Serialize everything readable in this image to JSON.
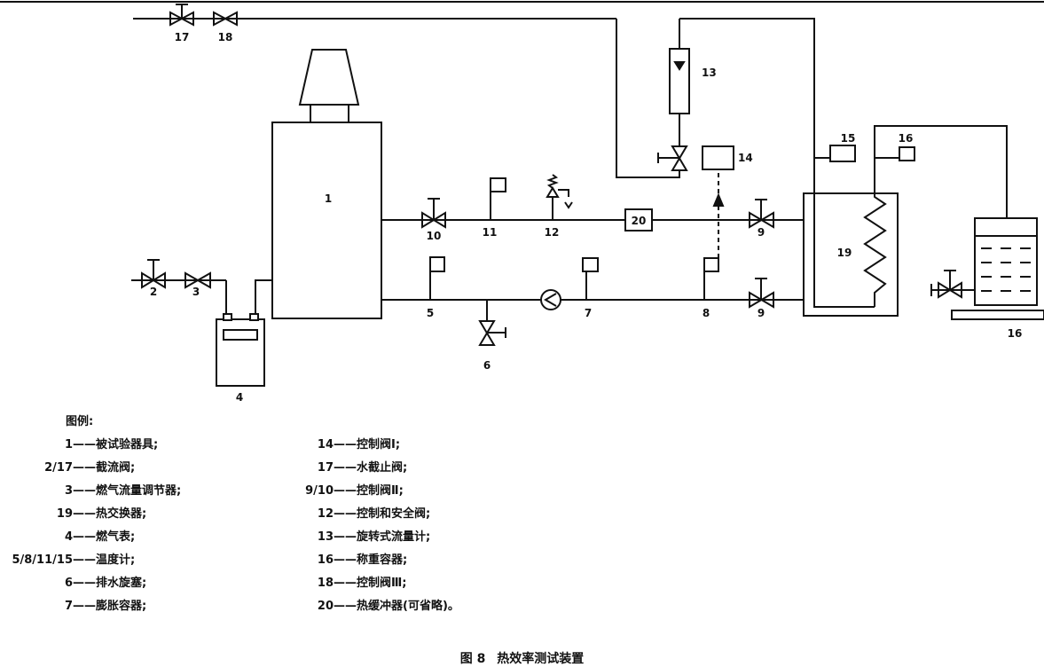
{
  "labels": {
    "n1": "1",
    "n2": "2",
    "n3": "3",
    "n4": "4",
    "n5": "5",
    "n6": "6",
    "n7": "7",
    "n8": "8",
    "n9a": "9",
    "n9b": "9",
    "n10": "10",
    "n11": "11",
    "n12": "12",
    "n13": "13",
    "n14": "14",
    "n15": "15",
    "n16a": "16",
    "n16b": "16",
    "n17": "17",
    "n18": "18",
    "n19": "19",
    "n20": "20"
  },
  "legend": {
    "title": "图例:",
    "left": [
      {
        "key": "1",
        "sep": "——",
        "text": "被试验器具;"
      },
      {
        "key": "2/17",
        "sep": "——",
        "text": "截流阀;"
      },
      {
        "key": "3",
        "sep": "——",
        "text": "燃气流量调节器;"
      },
      {
        "key": "19",
        "sep": "——",
        "text": "热交换器;"
      },
      {
        "key": "4",
        "sep": "——",
        "text": "燃气表;"
      },
      {
        "key": "5/8/11/15",
        "sep": "——",
        "text": "温度计;"
      },
      {
        "key": "6",
        "sep": "——",
        "text": "排水旋塞;"
      },
      {
        "key": "7",
        "sep": "——",
        "text": "膨胀容器;"
      }
    ],
    "right": [
      {
        "key": "14",
        "sep": "——",
        "text": "控制阀Ⅰ;"
      },
      {
        "key": "17",
        "sep": "——",
        "text": "水截止阀;"
      },
      {
        "key": "9/10",
        "sep": "——",
        "text": "控制阀Ⅱ;"
      },
      {
        "key": "12",
        "sep": "——",
        "text": "控制和安全阀;"
      },
      {
        "key": "13",
        "sep": "——",
        "text": "旋转式流量计;"
      },
      {
        "key": "16",
        "sep": "——",
        "text": "称重容器;"
      },
      {
        "key": "18",
        "sep": "——",
        "text": "控制阀Ⅲ;"
      },
      {
        "key": "20",
        "sep": "——",
        "text": "热缓冲器(可省略)。"
      }
    ]
  },
  "caption": {
    "figure": "图 8",
    "title": "热效率测试装置"
  }
}
